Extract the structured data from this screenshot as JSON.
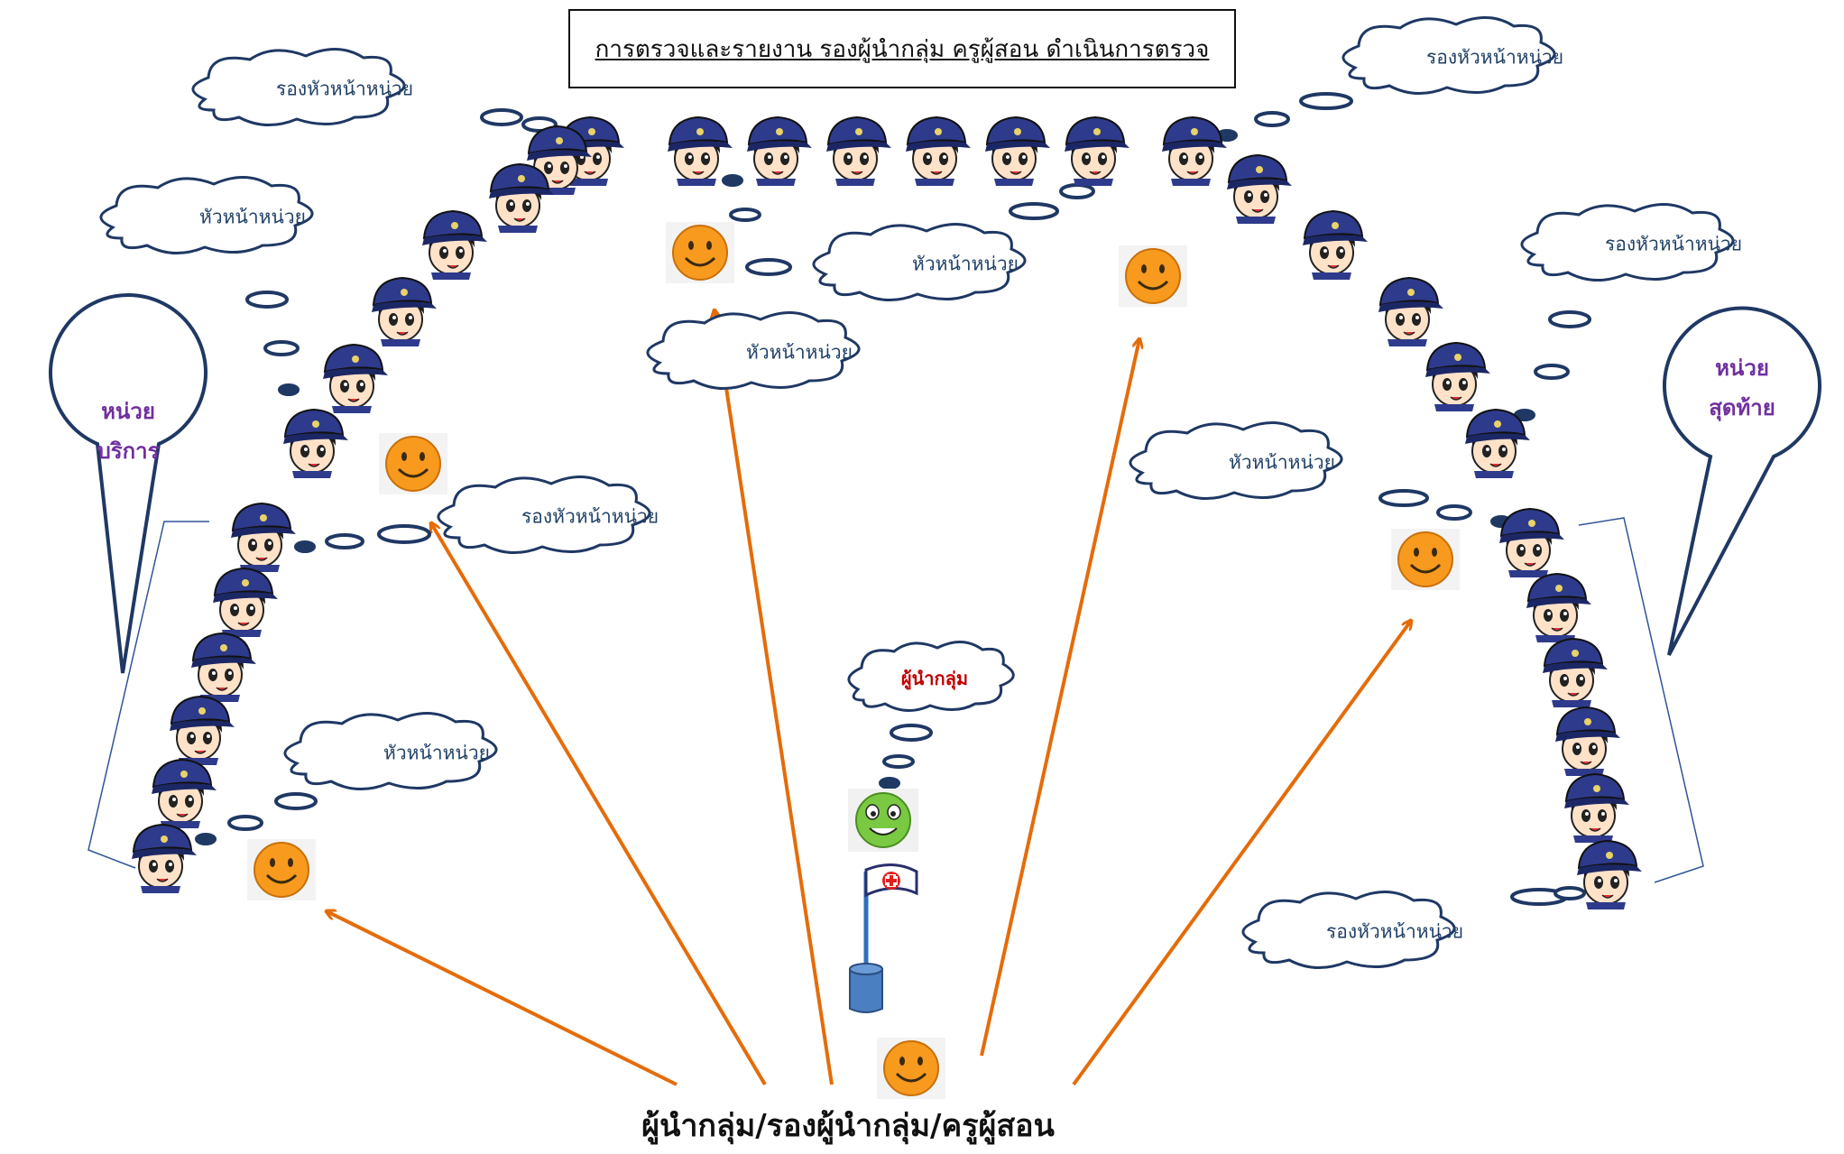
{
  "title": "การตรวจและรายงาน รองผู้นำกลุ่ม  ครูผู้สอน ดำเนินการตรวจ",
  "bottom_label": "ผู้นำกลุ่ม/รองผู้นำกลุ่ม/ครูผู้สอน",
  "leader_cloud": "ผู้นำกลุ่ม",
  "callouts": {
    "left": [
      "หน่วย",
      "บริการ"
    ],
    "right": [
      "หน่วย",
      "สุดท้าย"
    ]
  },
  "clouds": [
    {
      "id": "c1",
      "text": "รองหัวหน้าหน่วย"
    },
    {
      "id": "c2",
      "text": "หัวหน้าหน่วย"
    },
    {
      "id": "c3",
      "text": "รองหัวหน้าหน่วย"
    },
    {
      "id": "c4",
      "text": "หัวหน้าหน่วย"
    },
    {
      "id": "c5",
      "text": "รองหัวหน้าหน่วย"
    },
    {
      "id": "c6",
      "text": "หัวหน้าหน่วย"
    },
    {
      "id": "c7",
      "text": "หัวหน้าหน่วย"
    },
    {
      "id": "c8",
      "text": "รองหัวหน้าหน่วย"
    },
    {
      "id": "c9",
      "text": "หัวหน้าหน่วย"
    },
    {
      "id": "c10",
      "text": "รองหัวหน้าหน่วย"
    }
  ],
  "colors": {
    "arrow": "#e46c0a",
    "cloud_outline": "#1f3864",
    "cap": "#2e3b8c",
    "smiley": "#f79a1e",
    "callout_text": "#7030a0",
    "leader_text": "#c00000"
  },
  "icons": [
    "scout-face-icon",
    "orange-smiley-icon",
    "green-smiley-icon",
    "red-cross-flag-icon"
  ]
}
